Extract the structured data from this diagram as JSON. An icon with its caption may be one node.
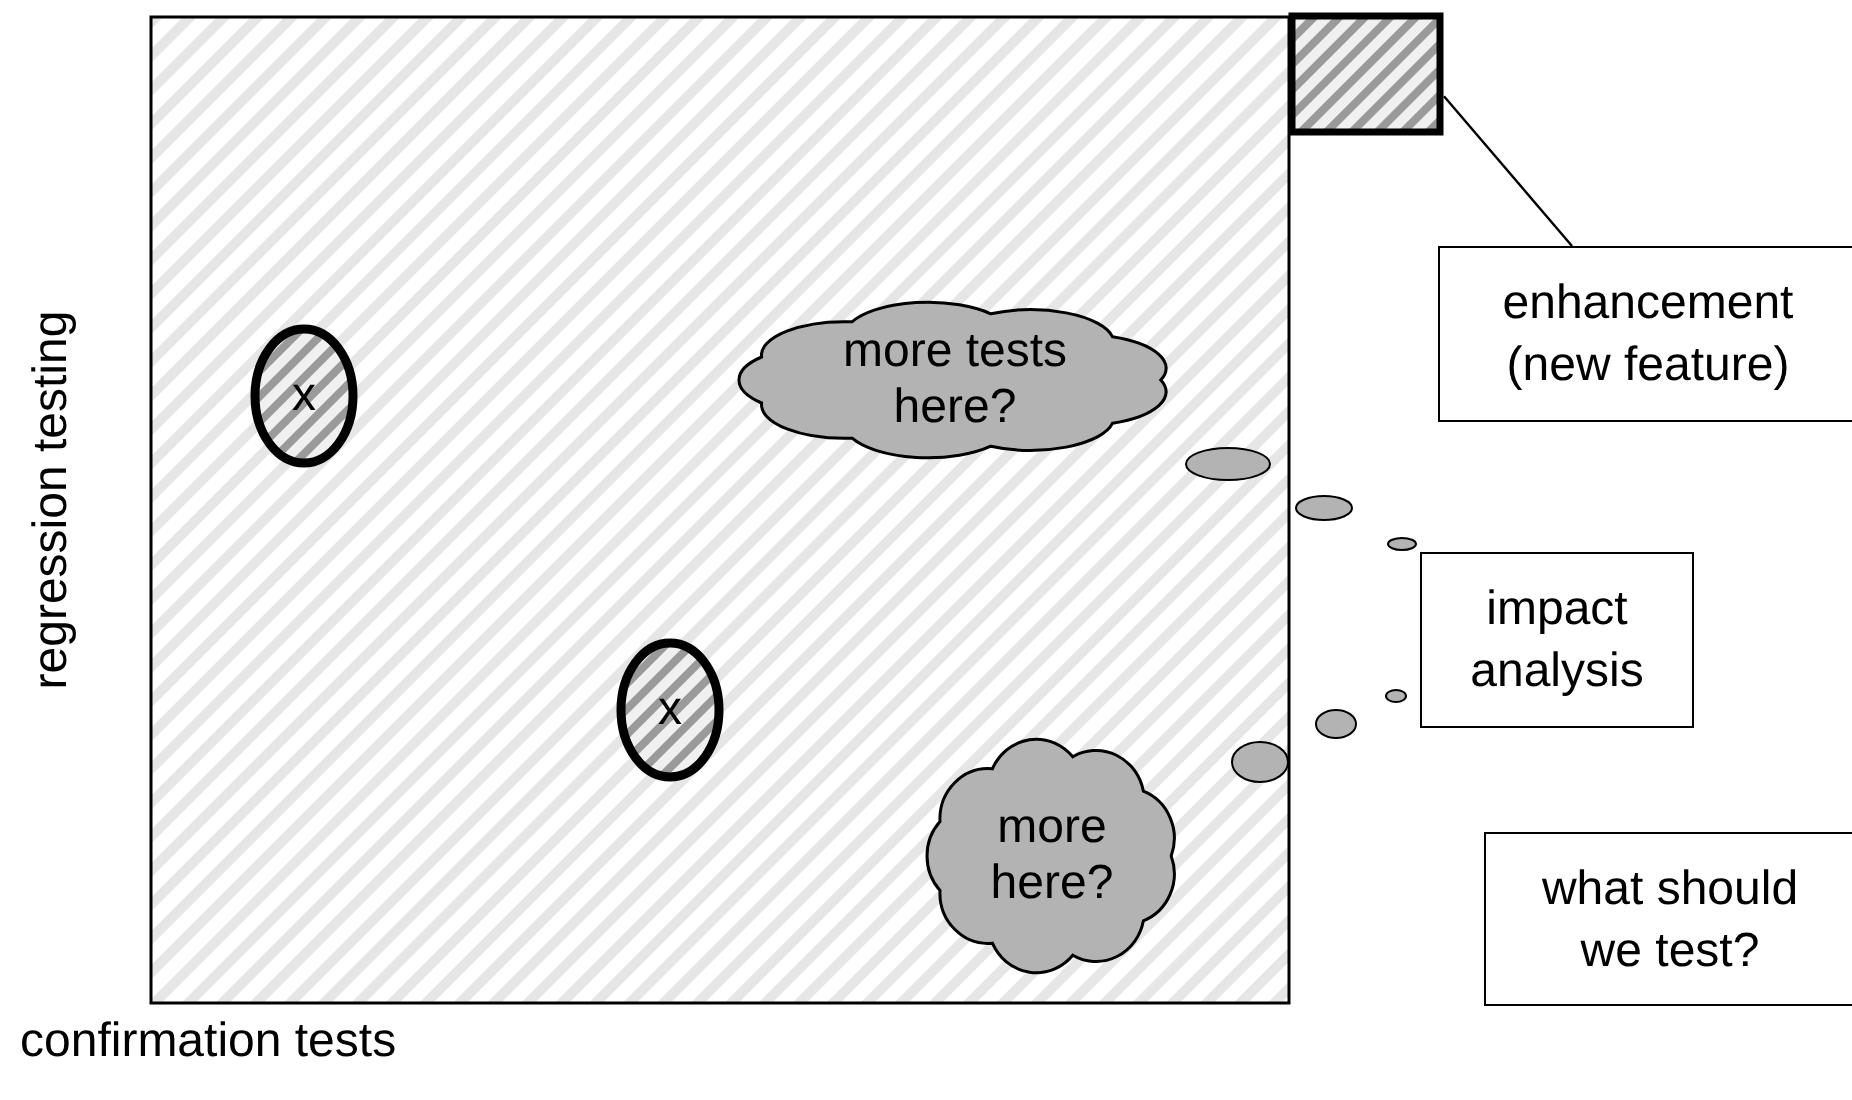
{
  "diagram": {
    "nodes": [
      {
        "text": [],
        "shape": "box"
      },
      {
        "text": [
          "x"
        ],
        "in": 0
      },
      {
        "text": [
          "x"
        ],
        "in": 0
      },
      {
        "text": [
          "more tests here?"
        ],
        "in": 0
      },
      {
        "text": [
          "more here?"
        ],
        "in": 0
      },
      {
        "text": [],
        "shape": "box"
      },
      {
        "text": [
          "enhancement (new feature)"
        ]
      },
      {
        "text": [
          "impact analysis"
        ]
      },
      {
        "text": [
          "what should we test?"
        ]
      }
    ],
    "edges": [
      {
        "from": 6,
        "to": 5,
        "arrow": "none"
      }
    ],
    "labels": [
      "regression testing",
      "confirmation tests"
    ]
  }
}
